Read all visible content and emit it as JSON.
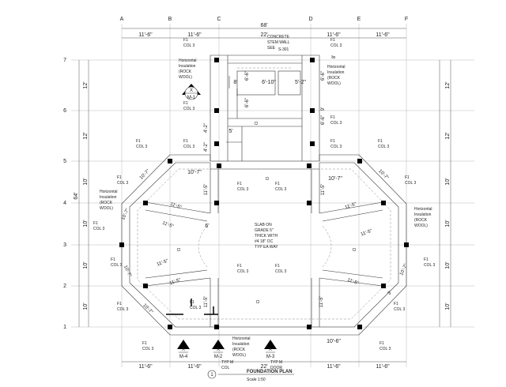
{
  "grid_columns": [
    "A",
    "B",
    "C",
    "D",
    "E",
    "F"
  ],
  "grid_rows": [
    "7",
    "6",
    "5",
    "4",
    "3",
    "2",
    "1"
  ],
  "dims_top": [
    "11'-6\"",
    "11'-6\"",
    "22'",
    "11'-6\"",
    "11'-6\""
  ],
  "dims_bottom": [
    "11'-6\"",
    "11'-6\"",
    "22'",
    "11'-6\"",
    "11'-6\""
  ],
  "overall_top": "68'",
  "overall_left": "64'",
  "dims_left": [
    "12'",
    "12'",
    "10'",
    "10'",
    "10'",
    "10'"
  ],
  "dims_right": [
    "12'",
    "12'",
    "10'",
    "10'",
    "10'",
    "10'"
  ],
  "wall_dims": {
    "w_8": "8'",
    "w_6_10": "6'-10\"",
    "w_5_2": "5'-2\"",
    "w_6_6a": "6'-6\"",
    "w_6_6b": "6'-6\"",
    "w_6_6c": "6'-6\"",
    "w_6_6d": "6'-6\"",
    "w_4_2a": "4'-2\"",
    "w_4_2b": "4'-2\"",
    "w_5": "5'",
    "w_9": "9'",
    "w_8b": "8'",
    "w_10_7_top": "10'-7\"",
    "w_10_7_topr": "10'-7\"",
    "w_10_6_bot": "10'-6\"",
    "w_6": "6'",
    "w_11_5a": "11'-5\"",
    "w_11_5b": "11'-5\"",
    "w_11_5c": "11'-5\"",
    "w_11_5d": "11'-5\"",
    "w_11_5e": "11'-5\"",
    "w_11_5f": "11'-5\"",
    "w_11_5g": "11'-5\"",
    "w_11_5h": "11'-5\"",
    "w_11_5i": "11'-5\"",
    "w_11_5j": "11'-5\"",
    "w_11_5k": "11'-5\"",
    "w_10_7_ul": "10'-7\"",
    "w_10_7_ur": "10'-7\"",
    "w_10_7_ll": "10'-7\"",
    "w_10_7_lr": "10'-7\"",
    "w_10_7_l": "10'-7\"",
    "w_10_7_r": "10'-7\"",
    "w_3": "3'"
  },
  "f1": "F1",
  "col3": "COL 3",
  "cl": "Cl",
  "concrete_note": [
    "CONCRETE",
    "STEM WALL",
    "SEE",
    "S-301"
  ],
  "insulation_note": [
    "Horizontal",
    "Insulation",
    "(ROCK",
    "WOOL)"
  ],
  "slab_note": [
    "SLAB ON",
    "GRADE 5\"",
    "THICK WITH",
    "#4 18\" OC",
    "TYP EA WAY"
  ],
  "typ_col": [
    "TYP M",
    "COL"
  ],
  "typ_door": [
    "TYP M",
    "DOOR"
  ],
  "x": "X",
  "sections": [
    "M-1",
    "M-4",
    "M-2",
    "M-3"
  ],
  "title_number": "1",
  "title": "FOUNDATION PLAN",
  "scale": "Scale 1:50"
}
